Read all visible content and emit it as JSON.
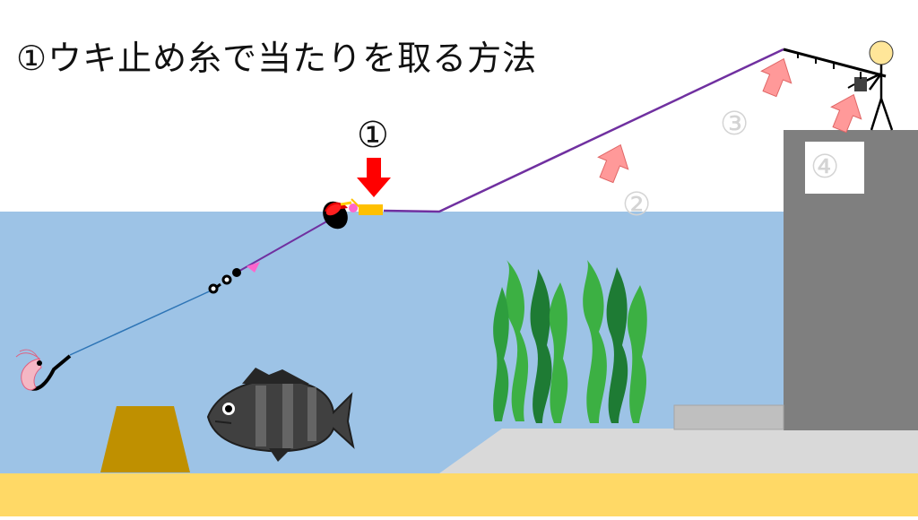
{
  "title": "①ウキ止め糸で当たりを取る方法",
  "markers": {
    "main": "①",
    "step2": "②",
    "step3": "③",
    "step4": "④"
  },
  "colors": {
    "sea": "#9dc3e6",
    "sand": "#ffd966",
    "seabed": "#d9d9d9",
    "pier": "#7f7f7f",
    "line_main": "#7030a0",
    "line_leader": "#2e75b6",
    "arrow_red": "#ff0000",
    "arrow_pink": "#ff9999",
    "weed_light": "#3cb043",
    "weed_dark": "#1e7b34"
  },
  "icons": [
    "float-icon",
    "stopper-knot-icon",
    "swivel-icon",
    "sinker-icon",
    "hook-icon",
    "shrimp-bait-icon",
    "fish-icon",
    "seaweed-icon",
    "angler-icon",
    "fishing-rod-icon",
    "reel-icon"
  ]
}
